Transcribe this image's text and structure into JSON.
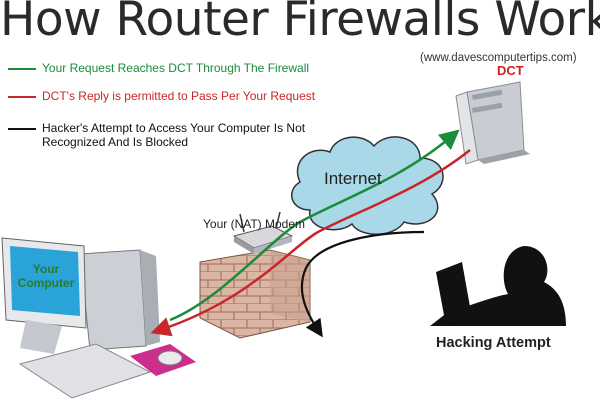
{
  "title": "How Router Firewalls Work",
  "source": "(www.davescomputertips.com)",
  "legend": {
    "green": "Your Request Reaches DCT Through The Firewall",
    "red": "DCT's Reply is permitted to Pass Per Your Request",
    "black": "Hacker's Attempt to Access Your Computer Is Not Recognized And Is Blocked"
  },
  "labels": {
    "dct": "DCT",
    "internet": "Internet",
    "modem": "Your (NAT) Modem",
    "computer": "Your Computer",
    "hacking": "Hacking Attempt"
  },
  "colors": {
    "request": "#1a8c3a",
    "reply": "#c8262a",
    "hacker": "#111111",
    "cloud": "#a9d8e8",
    "screen": "#2aa3d8",
    "brick": "#d9b09c"
  },
  "icons": [
    "server-icon",
    "cloud-icon",
    "modem-icon",
    "firewall-icon",
    "computer-icon",
    "hacker-icon"
  ]
}
